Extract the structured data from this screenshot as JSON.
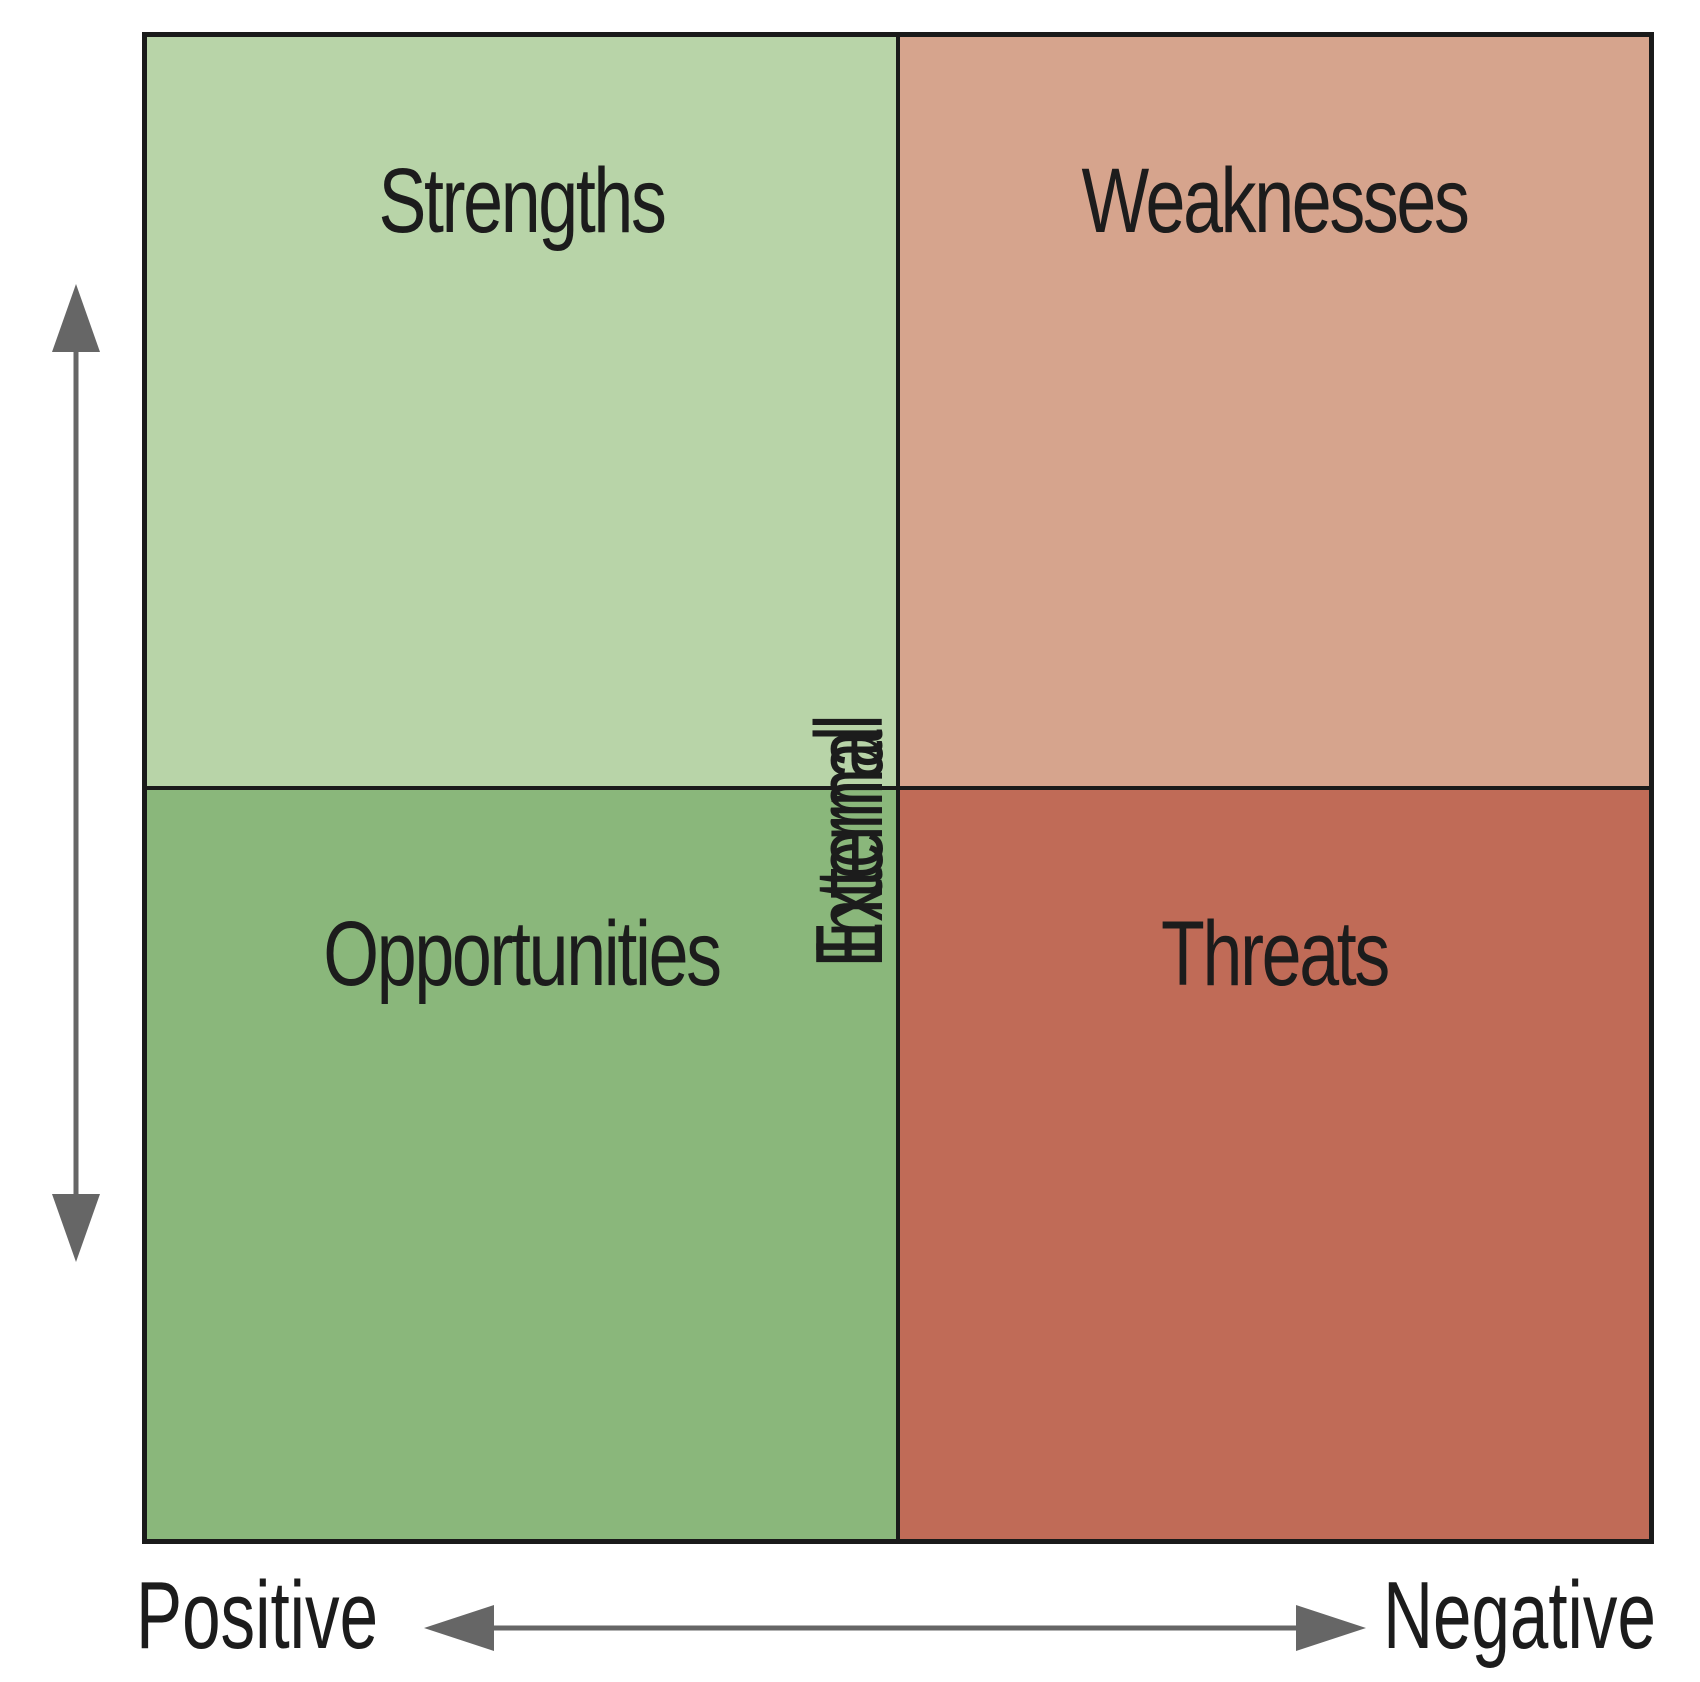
{
  "quadrants": {
    "strengths": {
      "label": "Strengths",
      "color": "#b8d4a8"
    },
    "weaknesses": {
      "label": "Weaknesses",
      "color": "#d6a48d"
    },
    "opportunities": {
      "label": "Opportunities",
      "color": "#8ab77b"
    },
    "threats": {
      "label": "Threats",
      "color": "#c06b57"
    }
  },
  "axes": {
    "vertical_top": "Internal",
    "vertical_bottom": "External",
    "horizontal_left": "Positive",
    "horizontal_right": "Negative",
    "arrow_color": "#666666"
  }
}
